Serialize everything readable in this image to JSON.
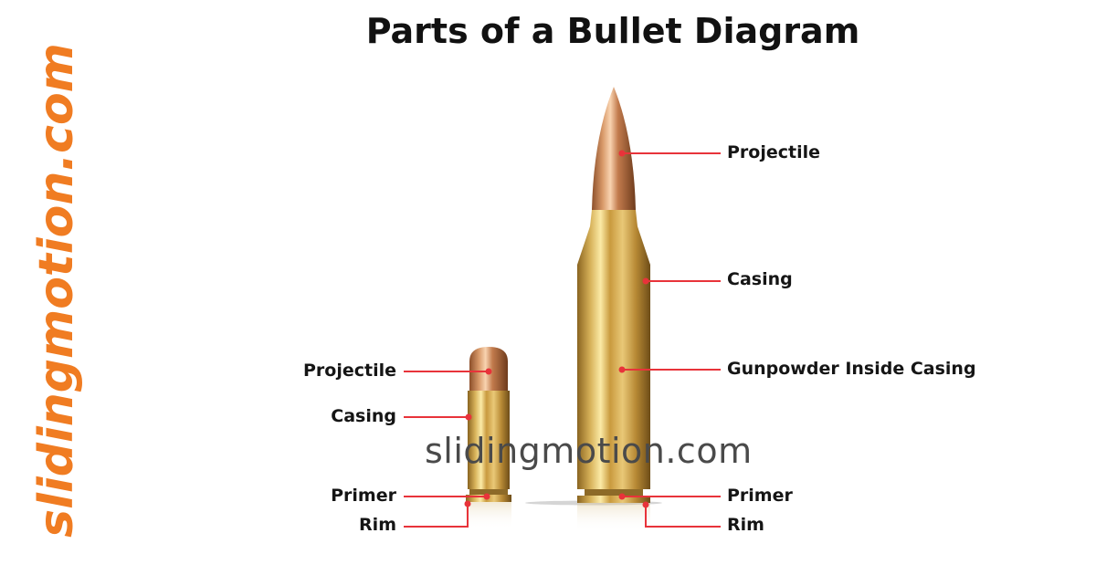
{
  "title": "Parts of a Bullet Diagram",
  "watermark": "slidingmotion.com",
  "side_brand": "slidingmotion.com",
  "colors": {
    "leader_line": "#e8333a",
    "brand_orange": "#f07c22",
    "brass": "#d9b45a",
    "copper": "#c8814f"
  },
  "short_round_labels": {
    "projectile": "Projectile",
    "casing": "Casing",
    "primer": "Primer",
    "rim": "Rim"
  },
  "long_round_labels": {
    "projectile": "Projectile",
    "casing": "Casing",
    "gunpowder": "Gunpowder Inside Casing",
    "primer": "Primer",
    "rim": "Rim"
  }
}
